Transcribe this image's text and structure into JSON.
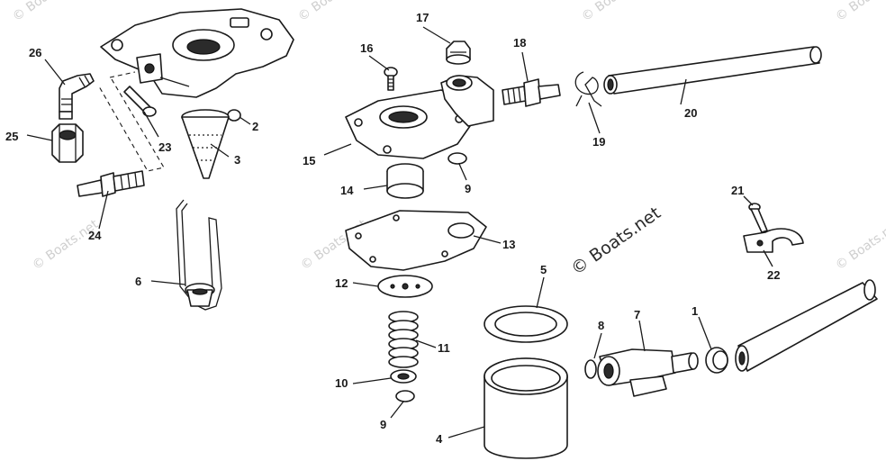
{
  "watermark": {
    "small": "© Boats.net",
    "large": "© Boats.net"
  },
  "callouts": {
    "c1": "1",
    "c2": "2",
    "c3": "3",
    "c4": "4",
    "c5": "5",
    "c6": "6",
    "c7": "7",
    "c8": "8",
    "c9a": "9",
    "c9b": "9",
    "c10": "10",
    "c11": "11",
    "c12": "12",
    "c13": "13",
    "c14": "14",
    "c15": "15",
    "c16": "16",
    "c17": "17",
    "c18": "18",
    "c19": "19",
    "c20": "20",
    "c21": "21",
    "c22": "22",
    "c23": "23",
    "c24": "24",
    "c25": "25",
    "c26": "26"
  },
  "colors": {
    "ink": "#1a1a1a",
    "watermark": "#cfcfcf",
    "background": "#ffffff"
  }
}
